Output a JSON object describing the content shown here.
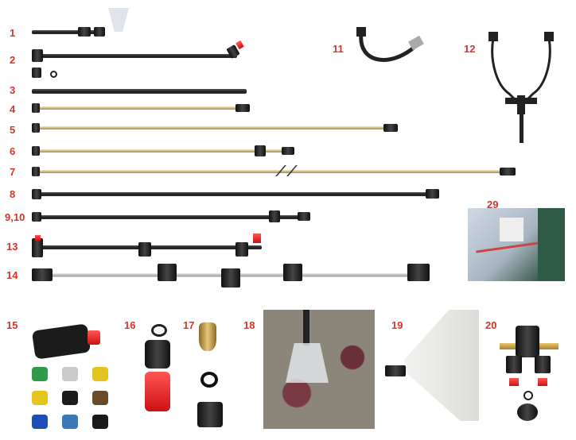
{
  "labels": {
    "l1": "1",
    "l2": "2",
    "l3": "3",
    "l4": "4",
    "l5": "5",
    "l6": "6",
    "l7": "7",
    "l8": "8",
    "l910": "9,10",
    "l11": "11",
    "l12": "12",
    "l13": "13",
    "l14": "14",
    "l29": "29",
    "l15": "15",
    "l16": "16",
    "l17": "17",
    "l18": "18",
    "l19": "19",
    "l20": "20"
  },
  "colors": {
    "label": "#d6352a"
  },
  "nozzle_tip_colors": [
    "#2e9a4a",
    "#c9c9c9",
    "#e2c321",
    "#e3c51c",
    "#1b1b1b",
    "#6b4a2a",
    "#1f4fb4",
    "#3a78b8",
    "#1a1a1a"
  ]
}
